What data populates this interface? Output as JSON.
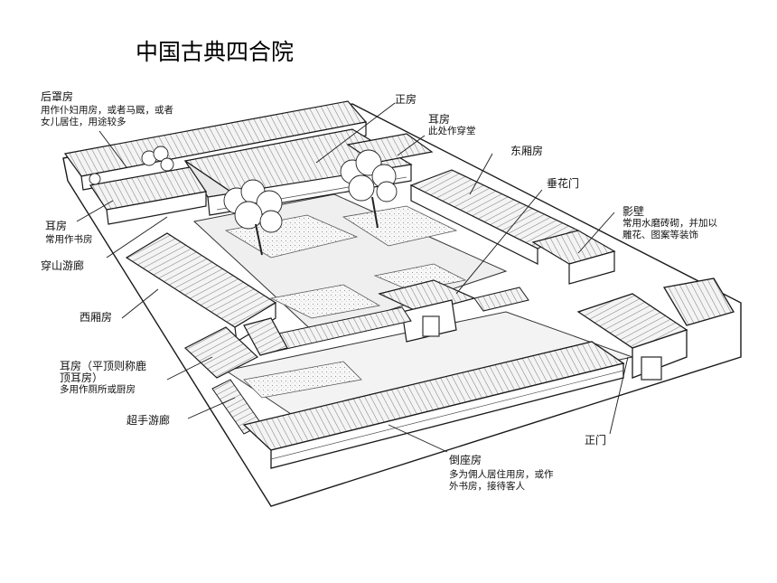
{
  "title": "中国古典四合院",
  "labels": {
    "houzhaofang": {
      "name": "后罩房",
      "desc1": "用作仆妇用房，或者马厩，或者",
      "desc2": "女儿居住，用途较多"
    },
    "zhengfang": {
      "name": "正房"
    },
    "erfang_top": {
      "name": "耳房",
      "desc1": "此处作穿堂"
    },
    "dongxiangfang": {
      "name": "东厢房"
    },
    "chuihuamen": {
      "name": "垂花门"
    },
    "yingbi": {
      "name": "影壁",
      "desc1": "常用水磨砖砌，并加以",
      "desc2": "雕花、图案等装饰"
    },
    "erfang_left": {
      "name": "耳房",
      "desc1": "常用作书房"
    },
    "chuanshan": {
      "name": "穿山游廊"
    },
    "xixiangfang": {
      "name": "西厢房"
    },
    "erfang_bottom": {
      "name1": "耳房（平顶则称鹿",
      "name2": "顶耳房）",
      "desc1": "多用作厕所或厨房"
    },
    "chaoshou": {
      "name": "超手游廊"
    },
    "zhengmen": {
      "name": "正门"
    },
    "daozuofang": {
      "name": "倒座房",
      "desc1": "多为佣人居住用房，或作",
      "desc2": "外书房，接待客人"
    }
  },
  "colors": {
    "ink": "#1a1a1a",
    "paper": "#ffffff",
    "roof": "#f2f2f2",
    "courtyard": "#e9e9e9"
  }
}
